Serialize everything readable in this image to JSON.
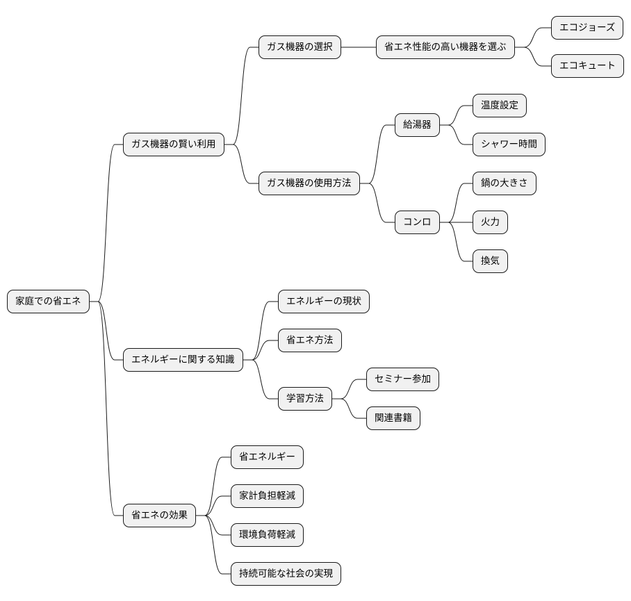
{
  "mindmap": {
    "root": {
      "label": "家庭での省エネ",
      "children": [
        {
          "label": "ガス機器の賢い利用",
          "children": [
            {
              "label": "ガス機器の選択",
              "children": [
                {
                  "label": "省エネ性能の高い機器を選ぶ",
                  "children": [
                    {
                      "label": "エコジョーズ"
                    },
                    {
                      "label": "エコキュート"
                    }
                  ]
                }
              ]
            },
            {
              "label": "ガス機器の使用方法",
              "children": [
                {
                  "label": "給湯器",
                  "children": [
                    {
                      "label": "温度設定"
                    },
                    {
                      "label": "シャワー時間"
                    }
                  ]
                },
                {
                  "label": "コンロ",
                  "children": [
                    {
                      "label": "鍋の大きさ"
                    },
                    {
                      "label": "火力"
                    },
                    {
                      "label": "換気"
                    }
                  ]
                }
              ]
            }
          ]
        },
        {
          "label": "エネルギーに関する知識",
          "children": [
            {
              "label": "エネルギーの現状"
            },
            {
              "label": "省エネ方法"
            },
            {
              "label": "学習方法",
              "children": [
                {
                  "label": "セミナー参加"
                },
                {
                  "label": "関連書籍"
                }
              ]
            }
          ]
        },
        {
          "label": "省エネの効果",
          "children": [
            {
              "label": "省エネルギー"
            },
            {
              "label": "家計負担軽減"
            },
            {
              "label": "環境負荷軽減"
            },
            {
              "label": "持続可能な社会の実現"
            }
          ]
        }
      ]
    }
  }
}
